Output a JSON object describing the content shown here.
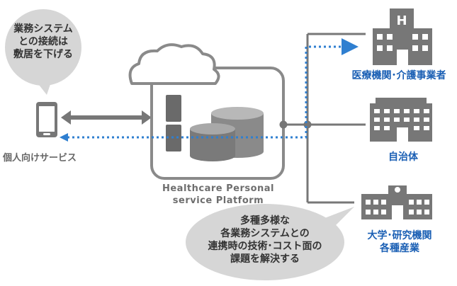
{
  "bubble_top": {
    "lines": [
      "業務システム",
      "との接続は",
      "敷居を下げる"
    ]
  },
  "individual_label": "個人向けサービス",
  "platform_label": {
    "lines": [
      "Healthcare Personal",
      "service  Platform"
    ]
  },
  "targets": {
    "medical": "医療機関･介護事業者",
    "local_gov": "自治体",
    "university": {
      "lines": [
        "大学･研究機関",
        "各種産業"
      ]
    }
  },
  "bubble_bottom": {
    "lines": [
      "多種多様な",
      "各業務システムとの",
      "連携時の技術･コスト面の",
      "課題を解決する"
    ]
  },
  "colors": {
    "gray": "#777777",
    "light_gray": "#d6d6d6",
    "blue": "#1a5fb4",
    "dot_blue": "#2f7fd0"
  },
  "icons": [
    "smartphone-icon",
    "cloud-icon",
    "server-icon",
    "database-icon",
    "hospital-icon",
    "office-building-icon",
    "university-icon"
  ]
}
